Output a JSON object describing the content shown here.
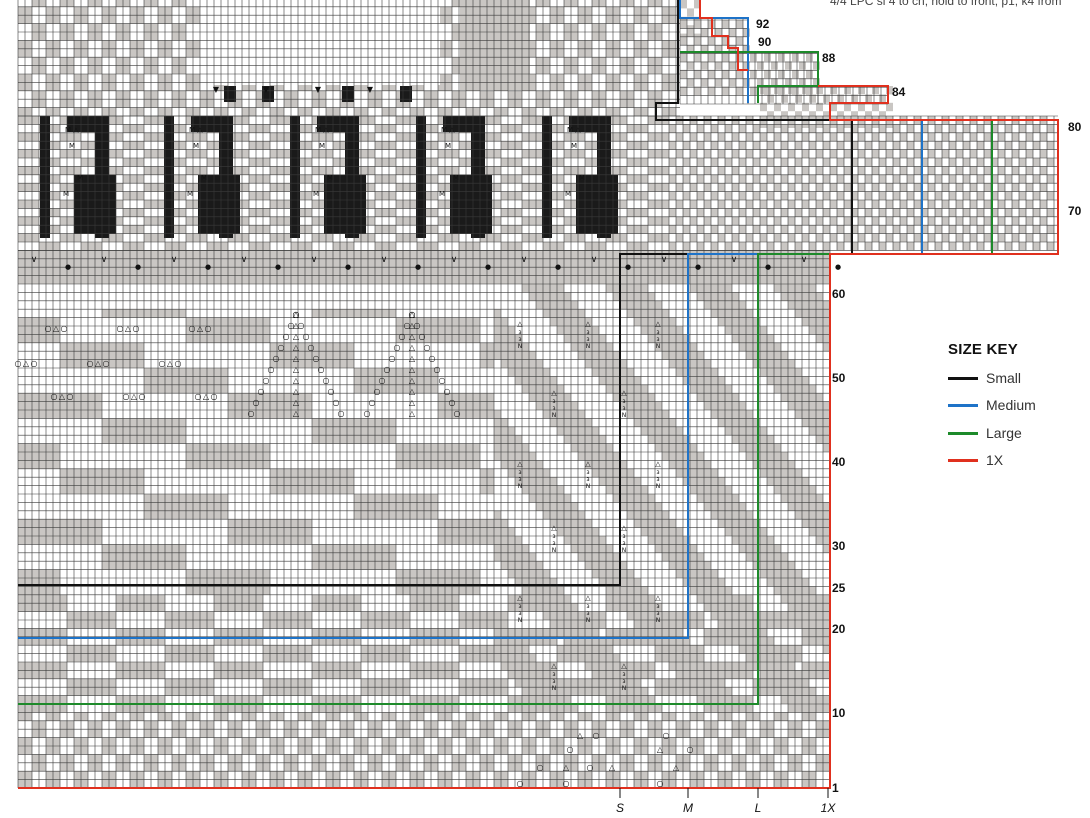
{
  "top_note": "4/4 LPC sl 4 to cn, hold to front, p1, k4 from",
  "size_key": {
    "title": "SIZE KEY",
    "items": [
      {
        "label": "Small",
        "color": "#111111"
      },
      {
        "label": "Medium",
        "color": "#1e73c8"
      },
      {
        "label": "Large",
        "color": "#1d8a2a"
      },
      {
        "label": "1X",
        "color": "#e0301e"
      }
    ]
  },
  "colors": {
    "grid_line": "#3a3a3a",
    "purl_fill": "#c9c6c3",
    "dark_fill": "#1a1a1a",
    "small": "#111111",
    "medium": "#1e73c8",
    "large": "#1d8a2a",
    "x1": "#e0301e"
  },
  "row_numbers_right": [
    {
      "label": "60",
      "row": 60
    },
    {
      "label": "50",
      "row": 50
    },
    {
      "label": "40",
      "row": 40
    },
    {
      "label": "30",
      "row": 30
    },
    {
      "label": "25",
      "row": 25
    },
    {
      "label": "20",
      "row": 20
    },
    {
      "label": "10",
      "row": 10
    },
    {
      "label": "1",
      "row": 1
    }
  ],
  "row_numbers_top": [
    {
      "label": "92",
      "row": 92
    },
    {
      "label": "90",
      "row": 90
    },
    {
      "label": "88",
      "row": 88
    },
    {
      "label": "84",
      "row": 84
    },
    {
      "label": "80",
      "row": 80
    },
    {
      "label": "70",
      "row": 70
    }
  ],
  "size_markers": [
    "S",
    "M",
    "L",
    "1X"
  ],
  "symbols": {
    "bobble": "△",
    "yo": "○",
    "make": "M",
    "twist": "ɜ",
    "no_stitch": "N",
    "dec": "▼",
    "slip": "∨",
    "dot": "●"
  }
}
